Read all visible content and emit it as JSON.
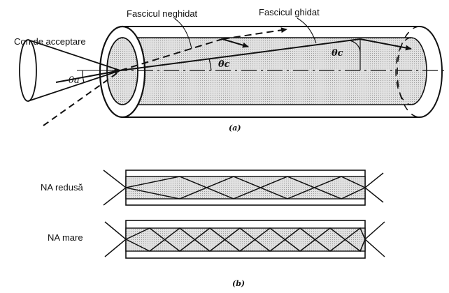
{
  "labels": {
    "acceptance_cone": "Con de acceptare",
    "unguided_beam": "Fascicul neghidat",
    "guided_beam": "Fascicul ghidat",
    "theta_a": "θa",
    "theta_c_inner": "θc",
    "theta_c_right": "θc",
    "caption_a": "(a)",
    "na_small": "NA redusă",
    "na_large": "NA mare",
    "caption_b": "(b)"
  }
}
